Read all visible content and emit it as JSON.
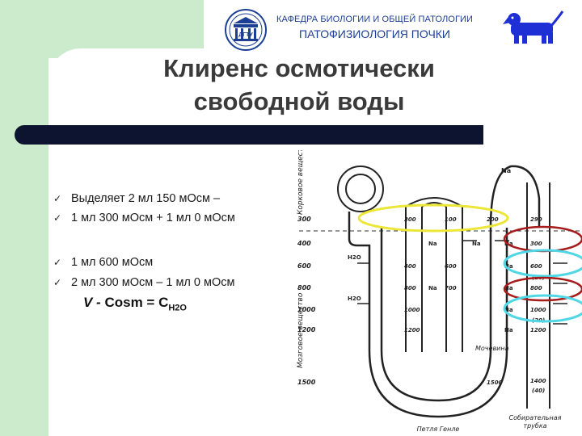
{
  "header": {
    "department": "КАФЕДРА БИОЛОГИИ И ОБЩЕЙ ПАТОЛОГИИ",
    "subject": "ПАТОФИЗИОЛОГИЯ ПОЧКИ",
    "logo_text": "ДГТУ"
  },
  "title": {
    "line1": "Клиренс осмотически",
    "line2": "свободной воды"
  },
  "bullets": [
    "Выделяет  2 мл 150 мОсм –",
    "1 мл 300 мОсм + 1 мл 0 мОсм",
    "1 мл 600 мОсм",
    "2 мл 300 мОсм – 1 мл 0 мОсм"
  ],
  "formula": {
    "v": "V -",
    "rest": " Cosm = C",
    "sub": "H2O"
  },
  "diagram": {
    "left_axis_top": "Корковое вещество",
    "left_axis_bottom": "Мозговое вещество",
    "left_values": [
      "300",
      "400",
      "600",
      "800",
      "1000",
      "1200",
      "1500"
    ],
    "tubule_values": [
      "300",
      "100",
      "200",
      "400",
      "600",
      "700",
      "800",
      "1000",
      "1200",
      "1500"
    ],
    "duct_values": [
      "290",
      "300",
      "600",
      "800",
      "1000",
      "1200",
      "1400",
      "(40)",
      "(10)",
      "(20)"
    ],
    "na_label": "Na",
    "h2o_label": "H2O",
    "loop_label": "Петля Генле",
    "urea_label": "Мочевина",
    "duct_label_1": "Собирательная",
    "duct_label_2": "трубка"
  },
  "colors": {
    "accent_blue": "#1c3f94",
    "highlight_yellow": "#ece637",
    "highlight_red": "#a61b1b",
    "highlight_cyan": "#4fd7e6",
    "dark_rule": "#0d1430",
    "side_green": "#ccebcc"
  }
}
